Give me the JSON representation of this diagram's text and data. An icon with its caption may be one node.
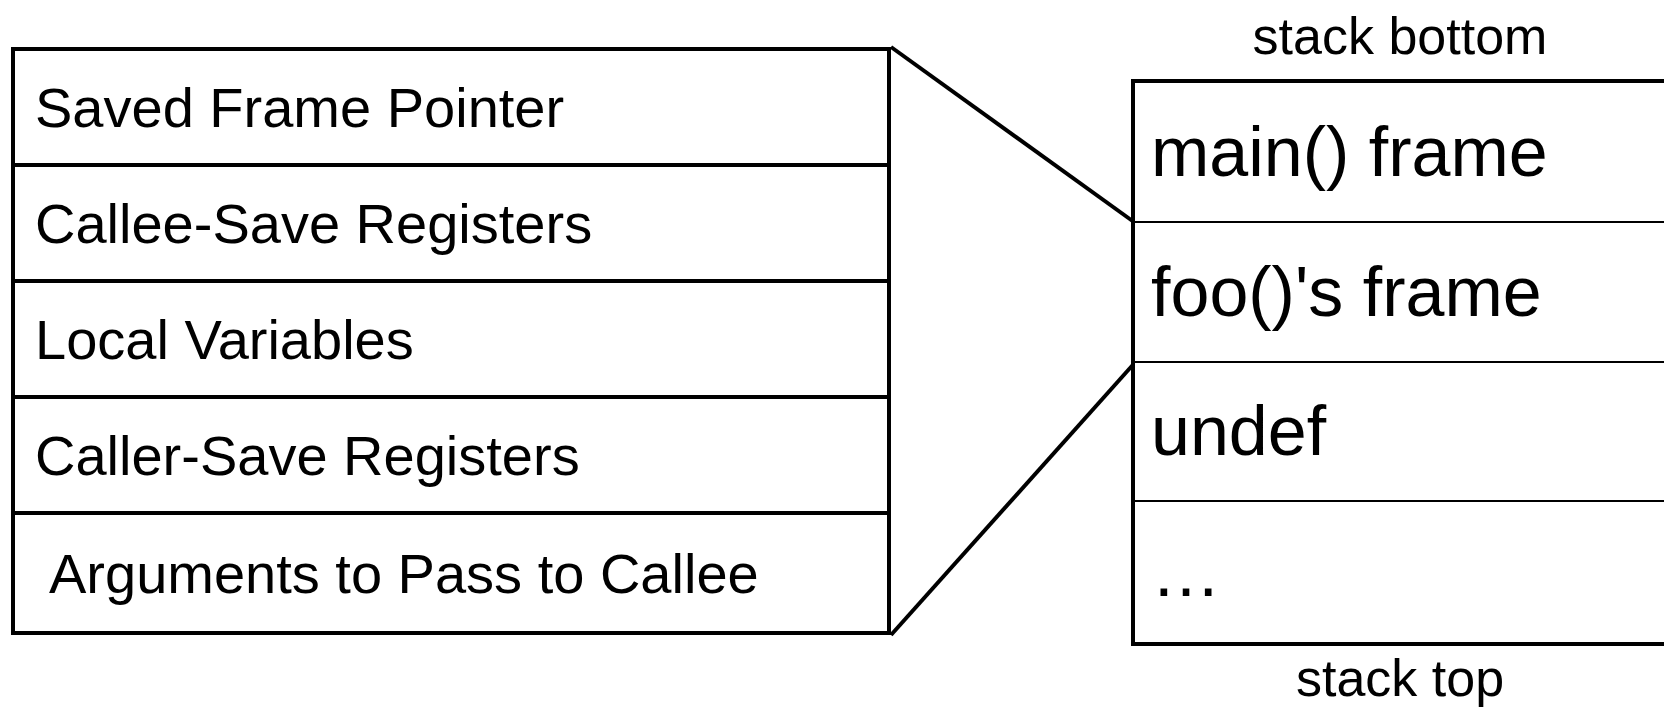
{
  "diagram": {
    "nodes": [
      {
        "text": [],
        "shape": "box"
      },
      {
        "text": [
          "Saved Frame Pointer"
        ],
        "in": 0
      },
      {
        "text": [
          "Callee-Save Registers"
        ],
        "in": 0
      },
      {
        "text": [
          "Local Variables"
        ],
        "in": 0
      },
      {
        "text": [
          "Caller-Save Registers"
        ],
        "in": 0
      },
      {
        "text": [
          "Arguments to Pass to Callee"
        ],
        "in": 0
      },
      {
        "text": [],
        "shape": "box"
      },
      {
        "text": [
          "main() frame"
        ],
        "in": 6
      },
      {
        "text": [
          "foo()'s frame"
        ],
        "in": 6
      },
      {
        "text": [
          "undef"
        ],
        "in": 6
      },
      {
        "text": [
          "…"
        ],
        "in": 6
      }
    ],
    "edges": [
      {
        "from": 0,
        "to": 8,
        "arrow": "none"
      },
      {
        "from": 0,
        "to": 8,
        "arrow": "none"
      }
    ],
    "labels": [
      "stack bottom",
      "stack top"
    ]
  }
}
